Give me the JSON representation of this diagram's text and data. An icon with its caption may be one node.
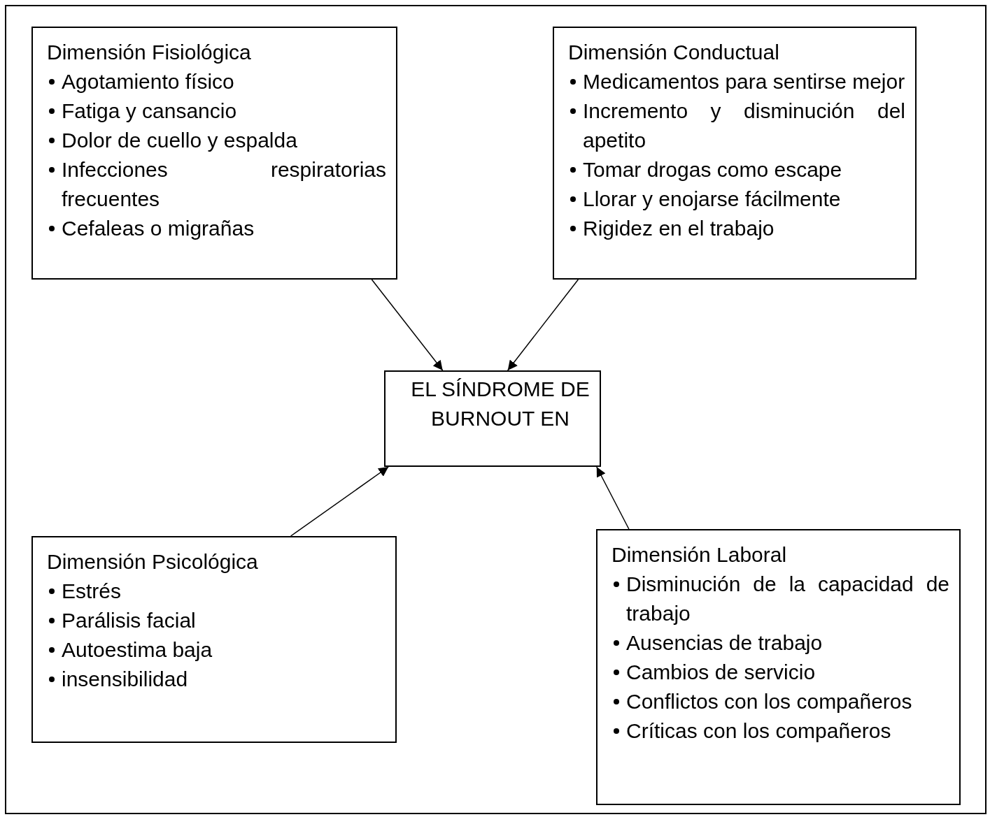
{
  "diagram": {
    "nodes": [
      {
        "text": [
          "Dimensión Fisiológica",
          "Agotamiento físico",
          "Fatiga y cansancio",
          "Dolor de cuello y espalda",
          "Infecciones respiratorias frecuentes",
          "Cefaleas o migrañas"
        ]
      },
      {
        "text": [
          "Dimensión Conductual",
          "Medicamentos para sentirse mejor",
          "Incremento y disminución del apetito",
          "Tomar drogas como escape",
          "Llorar y enojarse fácilmente",
          "Rigidez en el trabajo"
        ]
      },
      {
        "text": [
          "EL SÍNDROME DE BURNOUT EN"
        ]
      },
      {
        "text": [
          "Dimensión Psicológica",
          "Estrés",
          "Parálisis facial",
          "Autoestima baja",
          "insensibilidad"
        ]
      },
      {
        "text": [
          "Dimensión Laboral",
          "Disminución de la capacidad de trabajo",
          "Ausencias de trabajo",
          "Cambios de servicio",
          "Conflictos con los compañeros",
          "Críticas con los compañeros"
        ]
      }
    ],
    "edges": [
      {
        "from": 0,
        "to": 2,
        "arrow": "to"
      },
      {
        "from": 1,
        "to": 2,
        "arrow": "to"
      },
      {
        "from": 3,
        "to": 2,
        "arrow": "to"
      },
      {
        "from": 4,
        "to": 2,
        "arrow": "to"
      }
    ]
  }
}
